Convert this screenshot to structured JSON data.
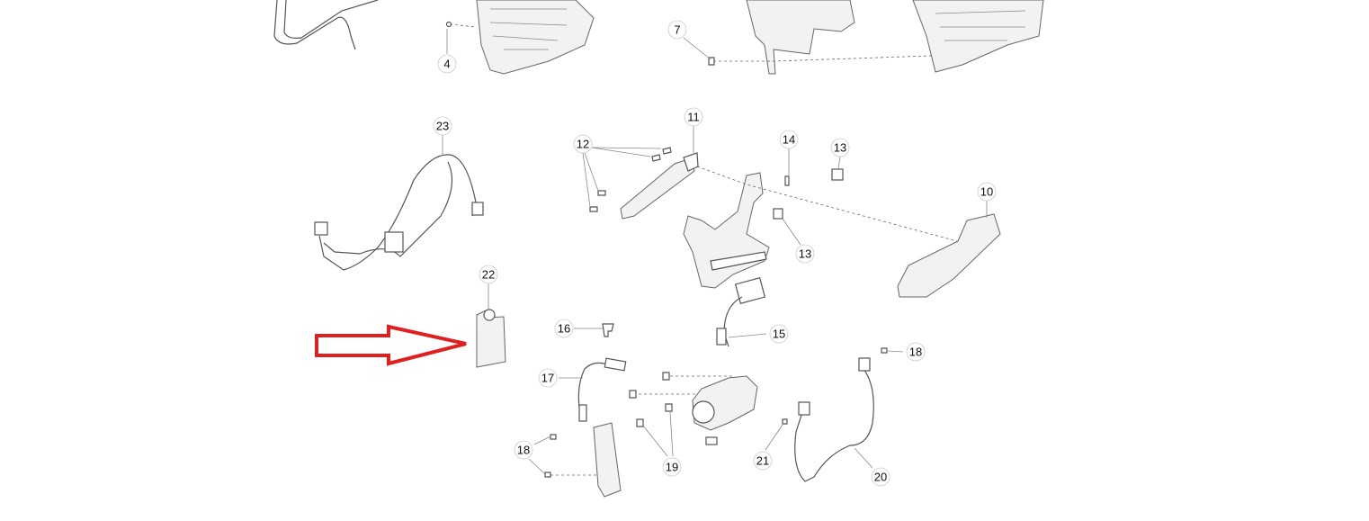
{
  "diagram": {
    "callouts": {
      "c4": "4",
      "c7": "7",
      "c23": "23",
      "c12": "12",
      "c11": "11",
      "c14": "14",
      "c13a": "13",
      "c13b": "13",
      "c10": "10",
      "c22": "22",
      "c16": "16",
      "c15": "15",
      "c18a": "18",
      "c17": "17",
      "c18b": "18",
      "c19": "19",
      "c21": "21",
      "c20": "20"
    },
    "highlight_color": "#e02020",
    "highlighted_part": "22"
  }
}
